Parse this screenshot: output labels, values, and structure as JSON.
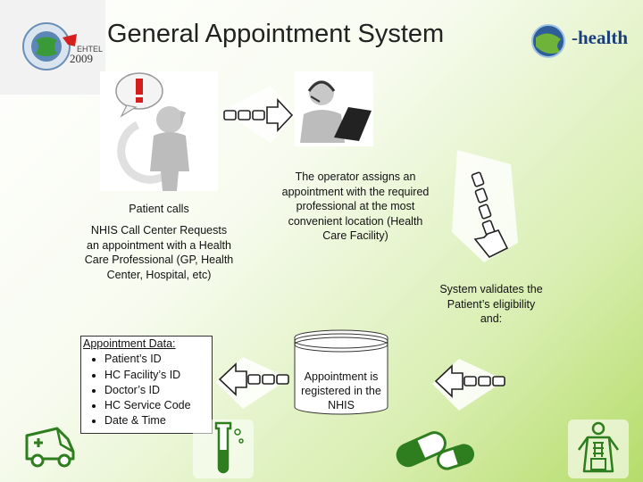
{
  "header": {
    "title": "General Appointment System",
    "logo_left_text": "2009",
    "logo_right_text": "-health"
  },
  "steps": {
    "patient_calls": "Patient calls",
    "call_center": "NHIS Call Center Requests an appointment with a Health Care Professional (GP, Health Center, Hospital, etc)",
    "operator": "The operator assigns an appointment with the required professional at the most convenient location (Health Care Facility)",
    "system_validates": "System validates the Patient’s eligibility and:",
    "registered": "Appointment is registered in the NHIS"
  },
  "appointment_data": {
    "title": "Appointment Data:",
    "items": [
      "Patient’s ID",
      "HC Facility’s ID",
      "Doctor’s ID",
      "HC Service Code",
      "Date & Time"
    ]
  },
  "colors": {
    "accent_green": "#2e7d1f",
    "background_green": "#b6dc6a",
    "arrow_fill": "#ffffff",
    "arrow_stroke": "#222222"
  },
  "icons": [
    "patient-question-icon",
    "operator-headset-icon",
    "ambulance-icon",
    "test-tube-icon",
    "pills-icon",
    "doctor-icon",
    "chain-arrow-icon"
  ]
}
